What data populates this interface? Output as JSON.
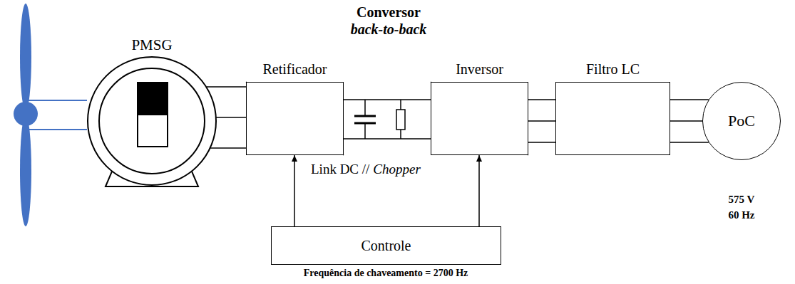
{
  "diagram": {
    "nodes": [
      {
        "text": [
          "PMSG"
        ]
      },
      {
        "text": [
          "Retificador"
        ]
      },
      {
        "text": [
          "Inversor"
        ]
      },
      {
        "text": [
          "Filtro LC"
        ]
      },
      {
        "text": [
          "PoC"
        ]
      },
      {
        "text": [
          "Controle"
        ]
      }
    ],
    "edges": [
      {
        "from": 0,
        "to": 1,
        "arrow": "none"
      },
      {
        "from": 1,
        "to": 2,
        "arrow": "none"
      },
      {
        "from": 2,
        "to": 3,
        "arrow": "none"
      },
      {
        "from": 3,
        "to": 4,
        "arrow": "none"
      },
      {
        "from": 5,
        "to": 1,
        "arrow": "to"
      },
      {
        "from": 5,
        "to": 2,
        "arrow": "to"
      }
    ],
    "labels": [
      "Conversor",
      "back-to-back",
      "Link DC //",
      "Chopper",
      "575 V",
      "60 Hz",
      "Frequência de chaveamento = 2700 Hz"
    ]
  }
}
